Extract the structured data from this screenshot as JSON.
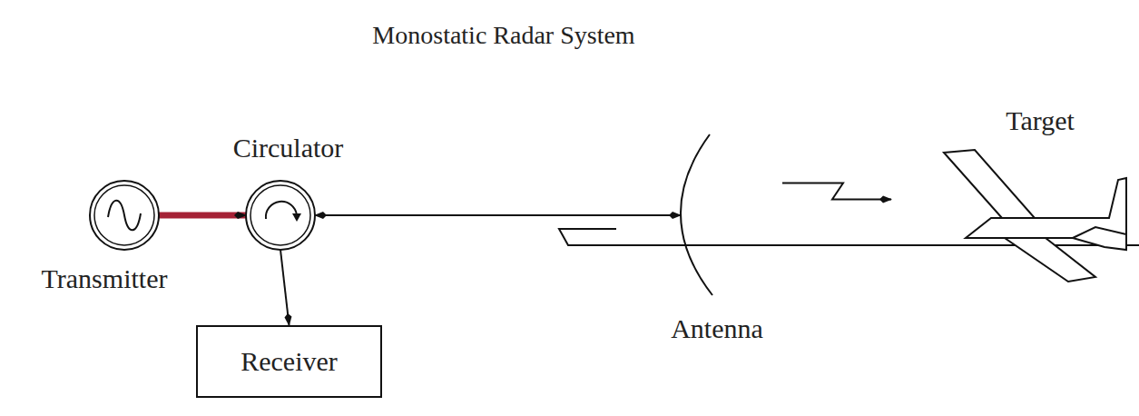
{
  "diagram": {
    "title": "Monostatic Radar System",
    "nodes": [
      {
        "text": [
          "Transmitter"
        ]
      },
      {
        "text": [
          "Circulator"
        ]
      },
      {
        "text": [
          "Receiver"
        ]
      },
      {
        "text": [
          "Antenna"
        ]
      },
      {
        "text": [
          "Target"
        ]
      }
    ],
    "edges": [
      {
        "from": 0,
        "to": 1,
        "arrow": "to"
      },
      {
        "from": 1,
        "to": 2,
        "arrow": "to"
      },
      {
        "from": 1,
        "to": 3,
        "arrow": "both"
      },
      {
        "from": 3,
        "to": 4,
        "arrow": "to"
      },
      {
        "from": 4,
        "to": 3,
        "arrow": "to"
      }
    ]
  }
}
